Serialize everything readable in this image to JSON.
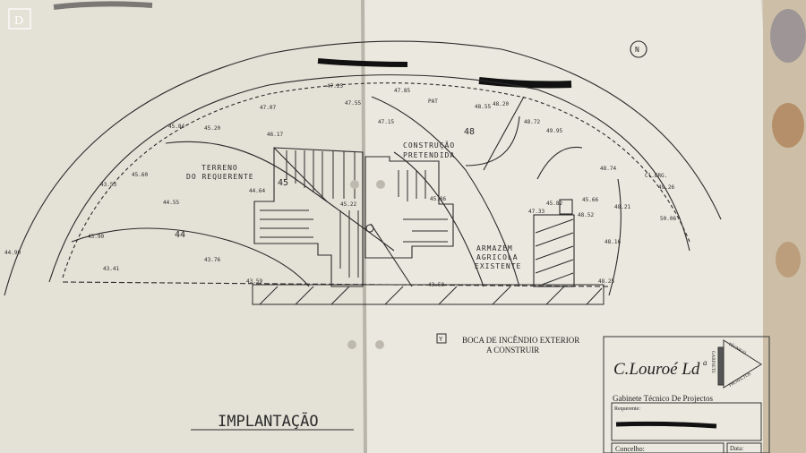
{
  "badge": "D",
  "drawing": {
    "title": "IMPLANTAÇÃO",
    "north_label": "N",
    "labels": {
      "terreno": [
        "TERRENO",
        "DO REQUERENTE"
      ],
      "construcao": [
        "CONSTRUÇÃO",
        "PRETENDIDA"
      ],
      "armazem": [
        "ARMAZÉM",
        "AGRICOLA",
        "EXISTENTE"
      ],
      "pat": "PAT",
      "ce": "Cl.ERG."
    },
    "contours": [
      "44",
      "45",
      "48"
    ],
    "spot_heights": [
      "47.25",
      "47.85",
      "48.20",
      "48.72",
      "47.07",
      "47.55",
      "46.17",
      "47.15",
      "45.84",
      "45.20",
      "43.53",
      "45.60",
      "44.55",
      "44.64",
      "43.90",
      "43.41",
      "43.76",
      "43.59",
      "44.90",
      "43.50",
      "45.22",
      "45.86",
      "45.66",
      "45.82",
      "47.33",
      "48.52",
      "48.74",
      "49.26",
      "49.95",
      "48.21",
      "48.16",
      "48.25",
      "50.06",
      "48.55"
    ],
    "legend": {
      "symbol": "Y",
      "text": [
        "BOCA DE INCÊNDIO EXTERIOR",
        "A CONSTRUIR"
      ]
    }
  },
  "title_block": {
    "company": "C.Louroé Ld",
    "company_sup": "a",
    "logo_text": [
      "GABINETE",
      "TÉCNICO",
      "PROJECTOS"
    ],
    "subtitle": "Gabinete Técnico De Projectos",
    "requerente_label": "Requerente:",
    "local_label": "Concelho:",
    "data_label": "Data:"
  },
  "colors": {
    "paper": "#e9e6dd",
    "ink": "#2a2a2a",
    "background": "#d9d4c6"
  }
}
